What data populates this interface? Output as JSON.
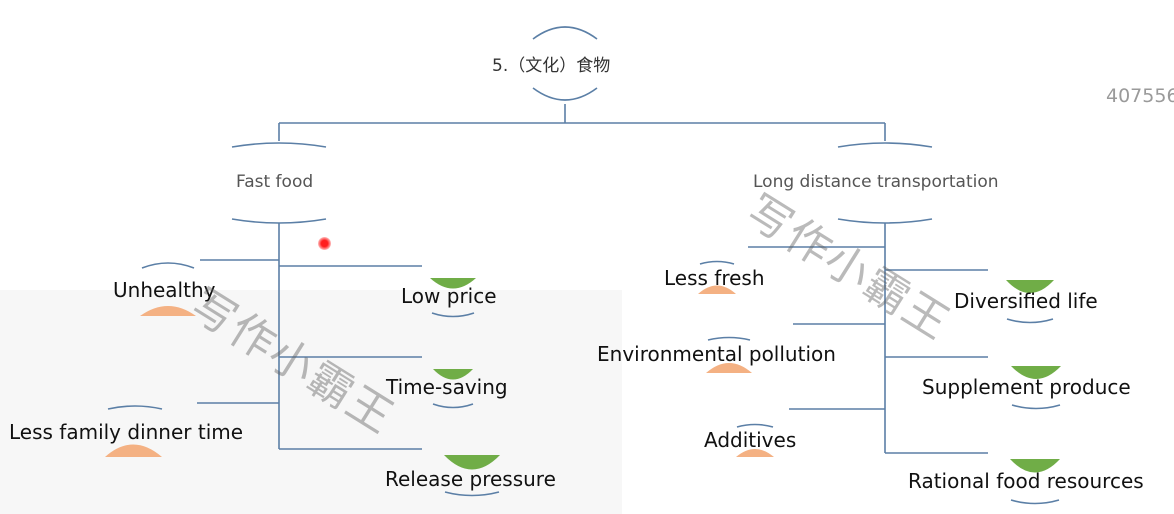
{
  "root": {
    "label": "5.（文化）食物"
  },
  "counter": {
    "text": "407556"
  },
  "branches": {
    "left": {
      "label": "Fast food"
    },
    "right": {
      "label": "Long distance transportation"
    }
  },
  "left_cons": [
    {
      "label": "Unhealthy"
    },
    {
      "label": "Less family dinner time"
    }
  ],
  "left_pros": [
    {
      "label": "Low price"
    },
    {
      "label": "Time-saving"
    },
    {
      "label": "Release pressure"
    }
  ],
  "right_cons": [
    {
      "label": "Less fresh"
    },
    {
      "label": "Environmental pollution"
    },
    {
      "label": "Additives"
    }
  ],
  "right_pros": [
    {
      "label": "Diversified life"
    },
    {
      "label": "Supplement produce"
    },
    {
      "label": "Rational food resources"
    }
  ],
  "watermark": {
    "text": "写作小霸王"
  },
  "colors": {
    "line": "#5b7fa6",
    "con_marker": "#f4b183",
    "pro_marker": "#70ad47",
    "highlight_dot": "#ff1e1e"
  }
}
